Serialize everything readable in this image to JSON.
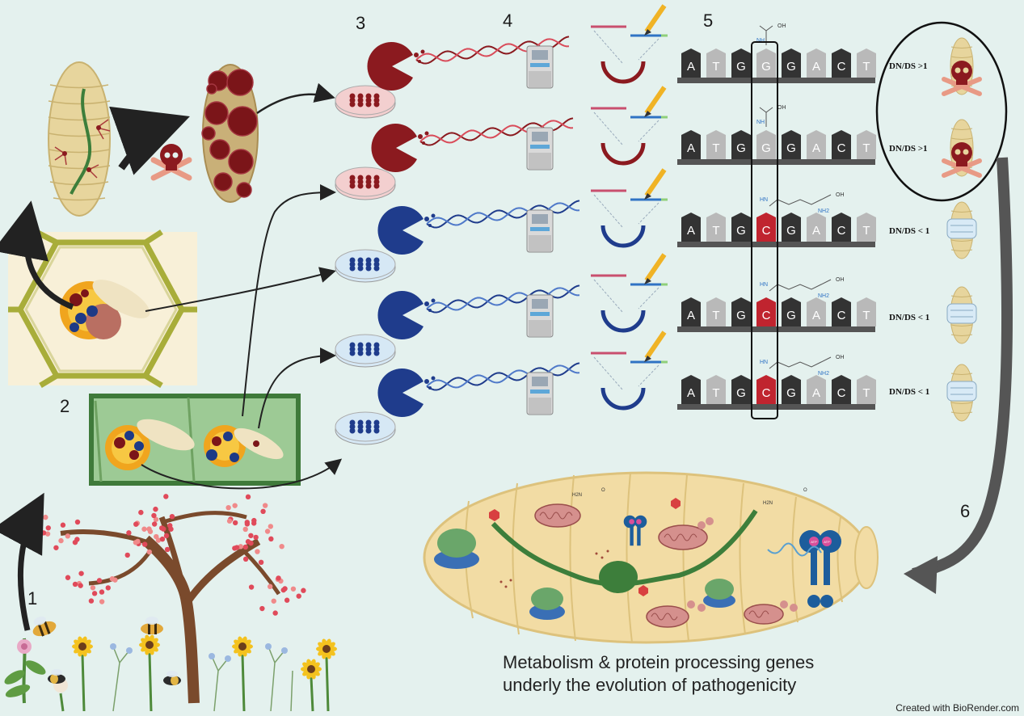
{
  "steps": [
    "1",
    "2",
    "3",
    "4",
    "5",
    "6"
  ],
  "sequences": [
    {
      "bases": [
        "A",
        "T",
        "G",
        "G",
        "G",
        "A",
        "C",
        "T"
      ],
      "ratio": "DN/DS >1",
      "residue": "glycine",
      "outcome": "pathogenic"
    },
    {
      "bases": [
        "A",
        "T",
        "G",
        "G",
        "G",
        "A",
        "C",
        "T"
      ],
      "ratio": "DN/DS >1",
      "residue": "glycine",
      "outcome": "pathogenic"
    },
    {
      "bases": [
        "A",
        "T",
        "G",
        "C",
        "G",
        "A",
        "C",
        "T"
      ],
      "ratio": "DN/DS < 1",
      "residue": "arginine",
      "outcome": "healthy"
    },
    {
      "bases": [
        "A",
        "T",
        "G",
        "C",
        "G",
        "A",
        "C",
        "T"
      ],
      "ratio": "DN/DS < 1",
      "residue": "arginine",
      "outcome": "healthy"
    },
    {
      "bases": [
        "A",
        "T",
        "G",
        "C",
        "G",
        "A",
        "C",
        "T"
      ],
      "ratio": "DN/DS < 1",
      "residue": "arginine",
      "outcome": "healthy"
    }
  ],
  "isolates": [
    "red",
    "red",
    "blue",
    "blue",
    "blue"
  ],
  "chem_labels": {
    "oh": "OH",
    "o": "O",
    "nh": "NH",
    "nh2": "NH2",
    "h2n": "H2N",
    "hn": "HN",
    "atp": "ATP"
  },
  "caption_line1": "Metabolism & protein processing genes",
  "caption_line2": "underly the evolution of pathogenicity",
  "credit": "Created with BioRender.com",
  "colors": {
    "background": "#e4f1ee",
    "pathogen_red": "#8b1a1f",
    "commensal_blue": "#1f3c8c",
    "larva": "#ead9a4",
    "honeycomb": "#b7b84a",
    "base_dark": "#333333",
    "base_light": "#b9b9b9",
    "base_mutated": "#c0242f"
  }
}
